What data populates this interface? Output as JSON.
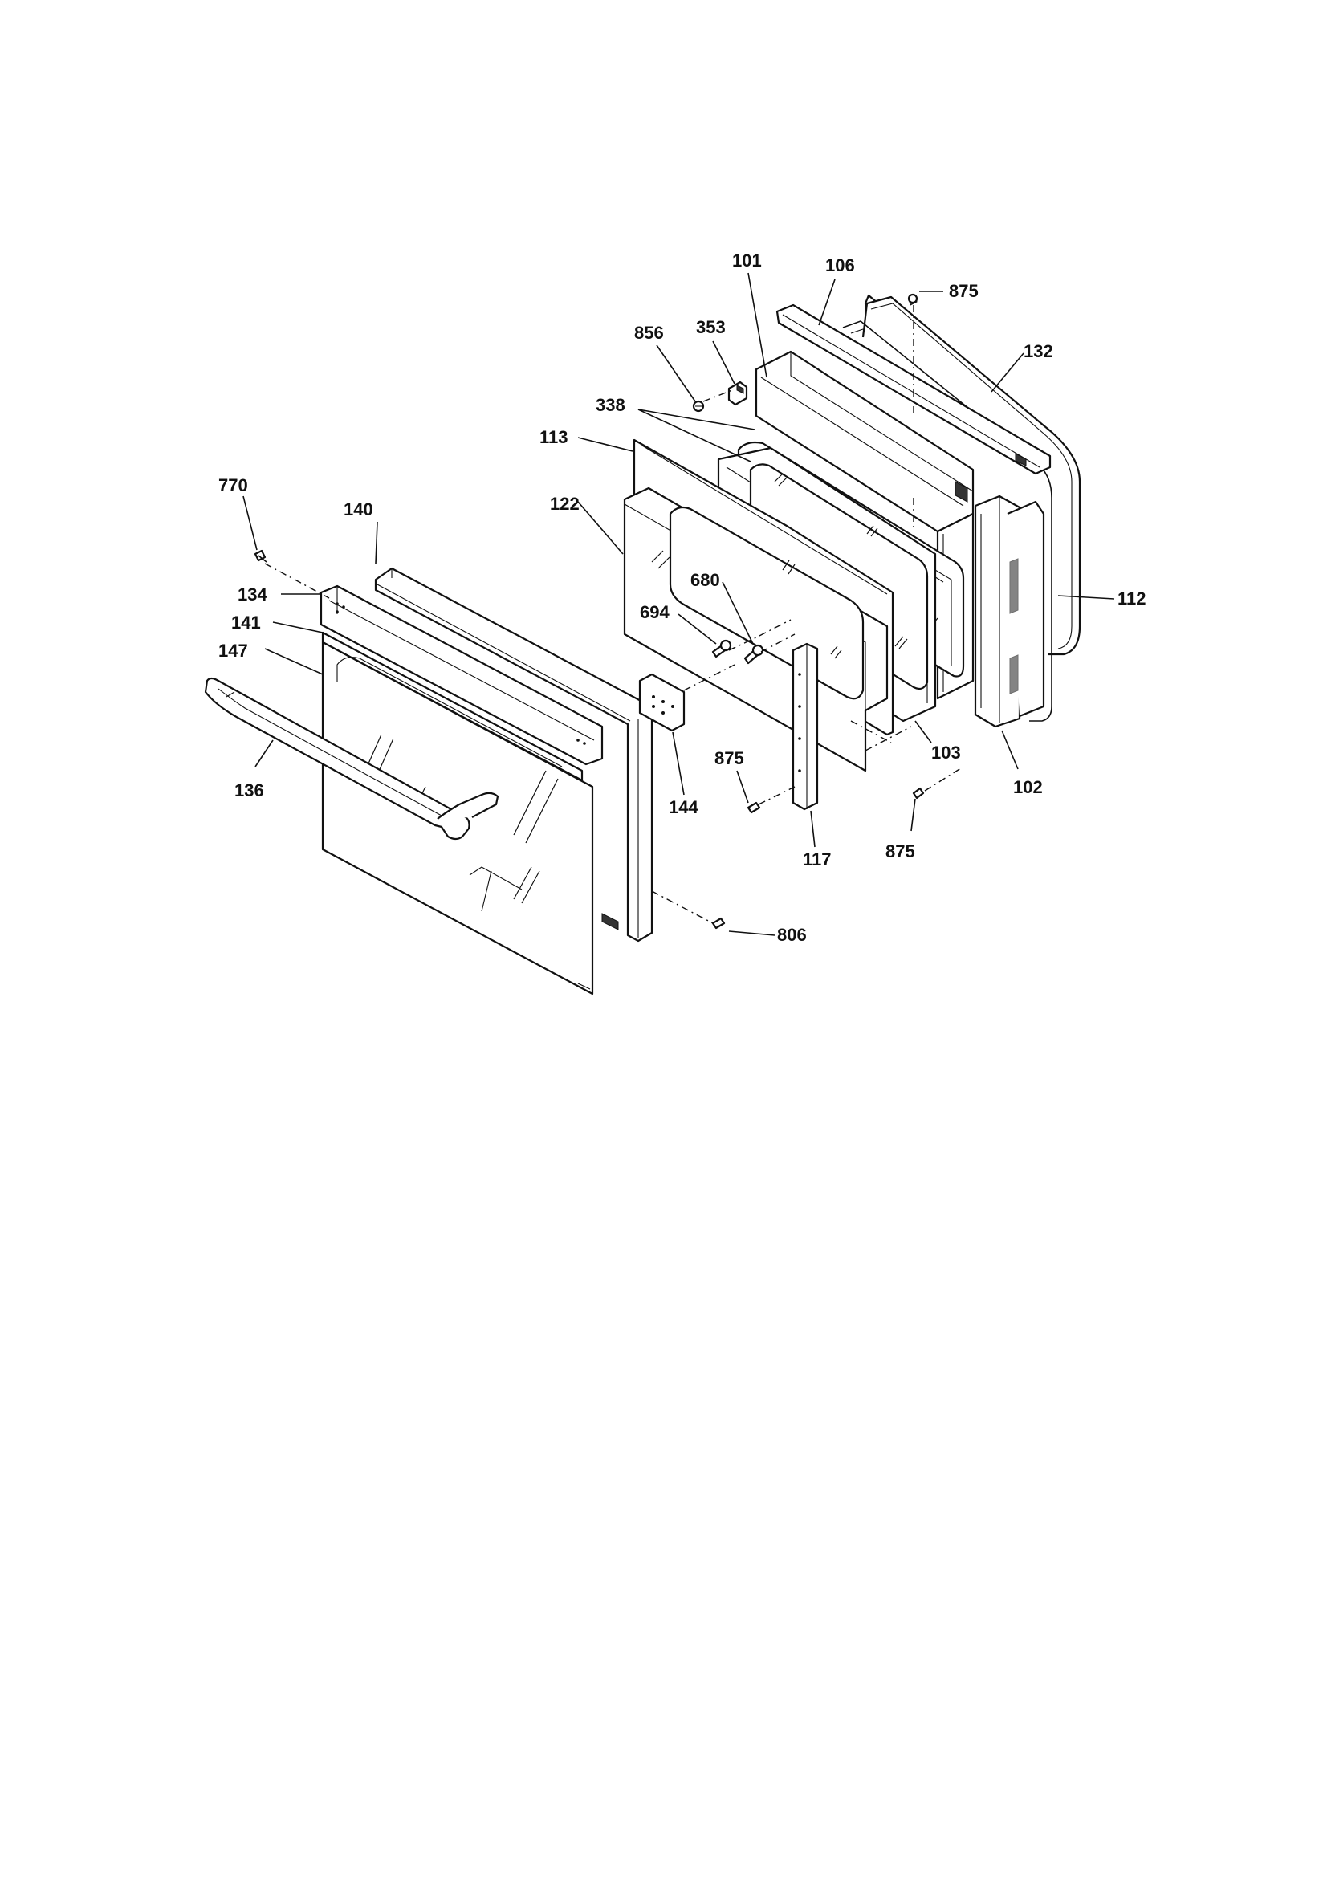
{
  "labels": {
    "p101": "101",
    "p106": "106",
    "p875_top": "875",
    "p132": "132",
    "p856": "856",
    "p353": "353",
    "p338": "338",
    "p113": "113",
    "p122": "122",
    "p770": "770",
    "p140": "140",
    "p134": "134",
    "p141": "141",
    "p147": "147",
    "p136": "136",
    "p680": "680",
    "p694": "694",
    "p144": "144",
    "p875_mid": "875",
    "p117": "117",
    "p103": "103",
    "p875_right": "875",
    "p102": "102",
    "p112": "112",
    "p806": "806"
  }
}
